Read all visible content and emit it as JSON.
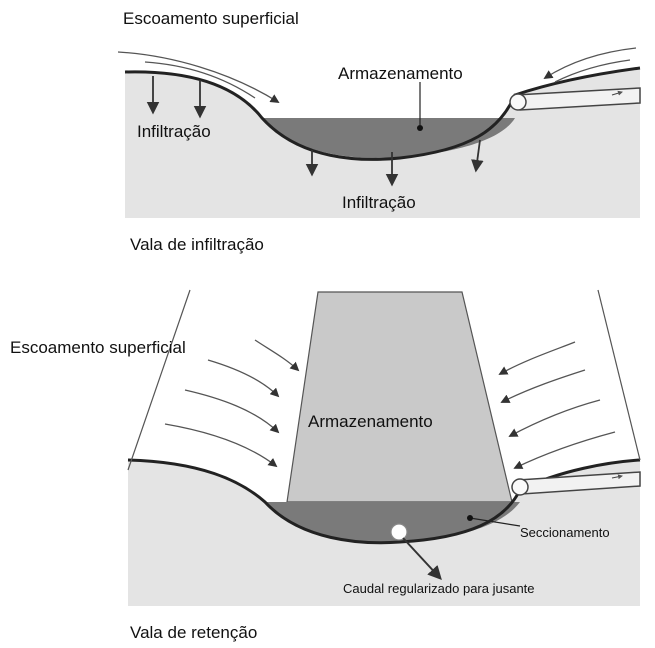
{
  "colors": {
    "ground": "#e4e4e4",
    "water": "#7a7a7a",
    "wall": "#c9c9c9",
    "outline": "#222222",
    "arrow": "#555555"
  },
  "top_diagram": {
    "surface_runoff_label": "Escoamento superficial",
    "storage_label": "Armazenamento",
    "infiltration_left_label": "Infiltração",
    "infiltration_bottom_label": "Infiltração",
    "caption": "Vala de infiltração"
  },
  "bottom_diagram": {
    "surface_runoff_label": "Escoamento superficial",
    "storage_label": "Armazenamento",
    "section_label": "Seccionamento",
    "outflow_label": "Caudal regularizado para jusante",
    "caption": "Vala de retenção"
  }
}
